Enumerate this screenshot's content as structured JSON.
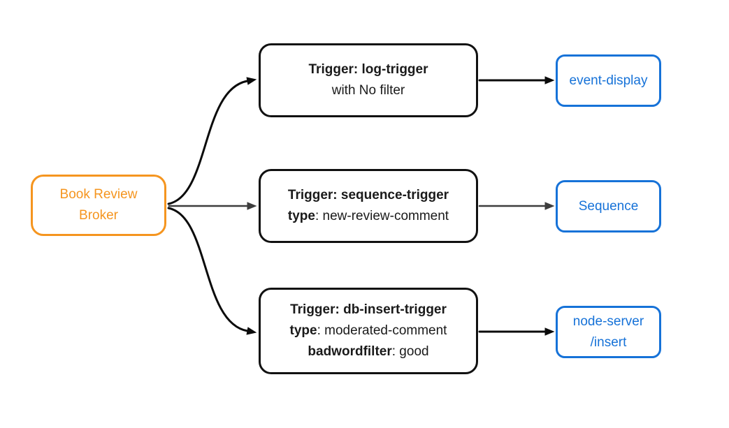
{
  "diagram": {
    "background": "#ffffff",
    "colors": {
      "broker_accent": "#F5951F",
      "sink_accent": "#1672D8",
      "trigger_border": "#111111",
      "trigger_text": "#1a1a1a",
      "arrow_primary": "#0b0b0b",
      "arrow_secondary": "#3d3d3d"
    },
    "broker": {
      "line1": "Book Review",
      "line2": "Broker"
    },
    "triggers": [
      {
        "title": "Trigger: log-trigger",
        "sub1_bold": "",
        "sub1_rest": "with No filter"
      },
      {
        "title": "Trigger: sequence-trigger",
        "sub1_bold": "type",
        "sub1_rest": ": new-review-comment"
      },
      {
        "title": "Trigger: db-insert-trigger",
        "sub1_bold": "type",
        "sub1_rest": ": moderated-comment",
        "sub2_bold": "badwordfilter",
        "sub2_rest": ": good"
      }
    ],
    "sinks": [
      {
        "line1": "event-display"
      },
      {
        "line1": "Sequence"
      },
      {
        "line1": "node-server",
        "line2": "/insert"
      }
    ]
  }
}
